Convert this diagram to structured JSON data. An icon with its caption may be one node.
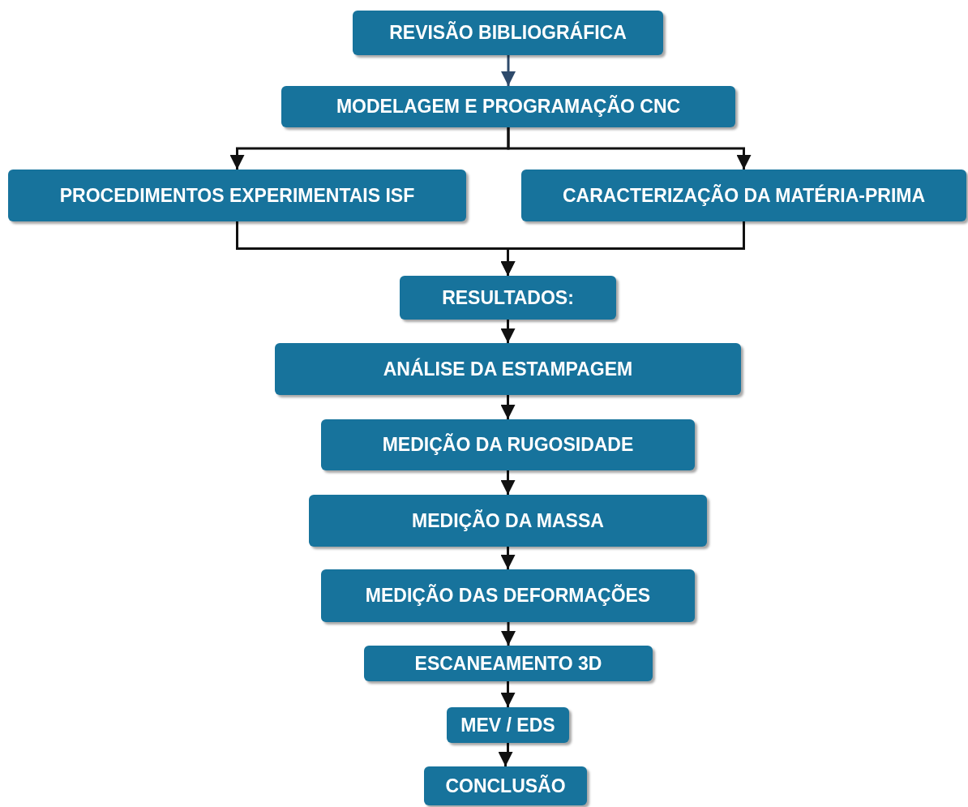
{
  "diagram": {
    "nodes": [
      {
        "text": [
          "REVISÃO BIBLIOGRÁFICA"
        ]
      },
      {
        "text": [
          "MODELAGEM E PROGRAMAÇÃO CNC"
        ]
      },
      {
        "text": [
          "PROCEDIMENTOS EXPERIMENTAIS ISF"
        ]
      },
      {
        "text": [
          "CARACTERIZAÇÃO DA MATÉRIA-PRIMA"
        ]
      },
      {
        "text": [
          "RESULTADOS:"
        ]
      },
      {
        "text": [
          "ANÁLISE DA ESTAMPAGEM"
        ]
      },
      {
        "text": [
          "MEDIÇÃO DA RUGOSIDADE"
        ]
      },
      {
        "text": [
          "MEDIÇÃO DA MASSA"
        ]
      },
      {
        "text": [
          "MEDIÇÃO DAS DEFORMAÇÕES"
        ]
      },
      {
        "text": [
          "ESCANEAMENTO 3D"
        ]
      },
      {
        "text": [
          "MEV / EDS"
        ]
      },
      {
        "text": [
          "CONCLUSÃO"
        ]
      }
    ],
    "edges": [
      {
        "from": 0,
        "to": 1,
        "arrow": "to",
        "color": "#2e4a6b"
      },
      {
        "from": 1,
        "to": 2,
        "arrow": "to"
      },
      {
        "from": 1,
        "to": 3,
        "arrow": "to"
      },
      {
        "from": 2,
        "to": 4,
        "arrow": "to"
      },
      {
        "from": 3,
        "to": 4,
        "arrow": "to"
      },
      {
        "from": 4,
        "to": 5,
        "arrow": "to"
      },
      {
        "from": 5,
        "to": 6,
        "arrow": "to"
      },
      {
        "from": 6,
        "to": 7,
        "arrow": "to"
      },
      {
        "from": 7,
        "to": 8,
        "arrow": "to"
      },
      {
        "from": 8,
        "to": 9,
        "arrow": "to"
      },
      {
        "from": 9,
        "to": 10,
        "arrow": "to"
      },
      {
        "from": 10,
        "to": 11,
        "arrow": "to"
      }
    ]
  }
}
